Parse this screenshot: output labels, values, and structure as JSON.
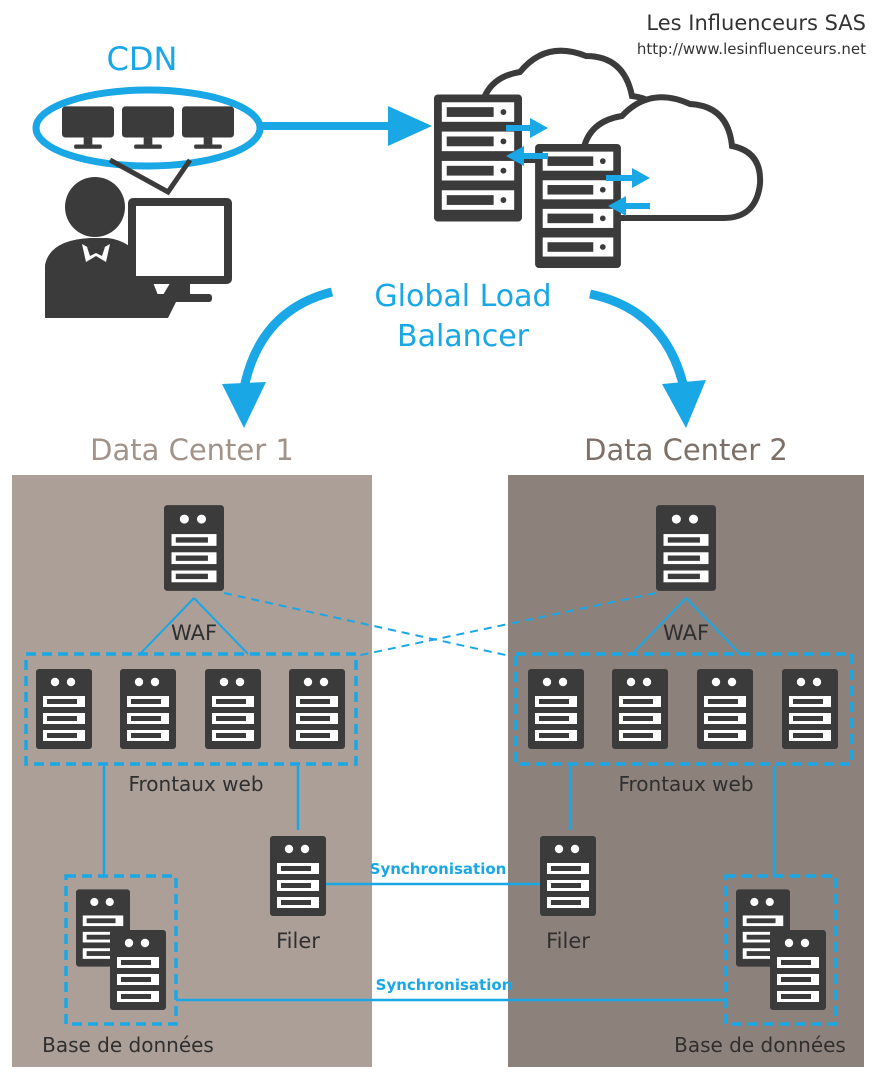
{
  "header": {
    "company": "Les Influenceurs SAS",
    "url": "http://www.lesinfluenceurs.net"
  },
  "cdn": {
    "label": "CDN"
  },
  "load_balancer": {
    "line1": "Global Load",
    "line2": "Balancer"
  },
  "datacenters": [
    {
      "title": "Data Center 1",
      "waf_label": "WAF",
      "frontends_label": "Frontaux web",
      "filer_label": "Filer",
      "db_label": "Base de données"
    },
    {
      "title": "Data Center 2",
      "waf_label": "WAF",
      "frontends_label": "Frontaux web",
      "filer_label": "Filer",
      "db_label": "Base de données"
    }
  ],
  "sync": {
    "filer_label": "Synchronisation",
    "db_label": "Synchronisation"
  },
  "colors": {
    "accent": "#1aa7e6",
    "dc1_bg": "#ab9f98",
    "dc2_bg": "#8d817b",
    "icon": "#3b3b3c",
    "label": "#2f2f2f",
    "dc1_title": "#a19389",
    "dc2_title": "#7c7069"
  }
}
